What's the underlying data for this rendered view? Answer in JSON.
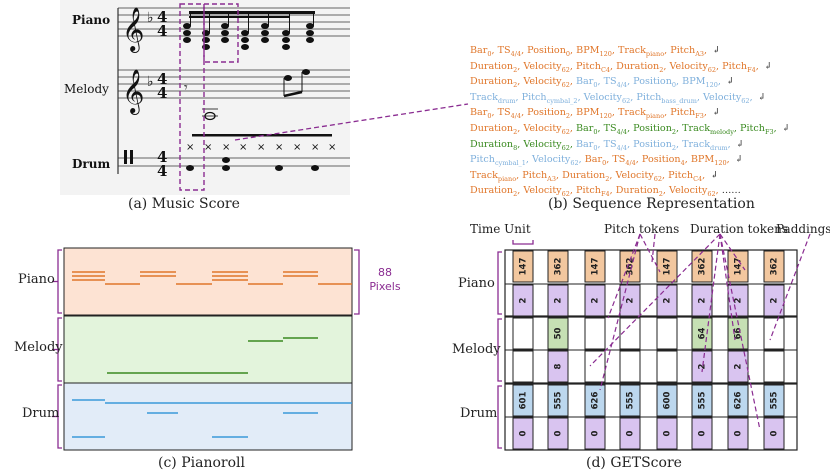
{
  "score": {
    "tracks": [
      "Piano",
      "Melody",
      "Drum"
    ],
    "caption": "(a) Music Score"
  },
  "sequence": {
    "caption": "(b) Sequence Representation",
    "lines": [
      [
        [
          "Bar",
          "0",
          "o"
        ],
        [
          "TS",
          "4/4",
          "o"
        ],
        [
          "Position",
          "0",
          "o"
        ],
        [
          "BPM",
          "120",
          "o"
        ],
        [
          "Track",
          "piano",
          "o"
        ],
        [
          "Pitch",
          "A3",
          "o"
        ]
      ],
      [
        [
          "Duration",
          "2",
          "o"
        ],
        [
          "Velocity",
          "62",
          "o"
        ],
        [
          "Pitch",
          "C4",
          "o"
        ],
        [
          "Duration",
          "2",
          "o"
        ],
        [
          "Velocity",
          "62",
          "o"
        ],
        [
          "Pitch",
          "F4",
          "o"
        ]
      ],
      [
        [
          "Duration",
          "2",
          "o"
        ],
        [
          "Velocity",
          "62",
          "o"
        ],
        [
          "Bar",
          "0",
          "b"
        ],
        [
          "TS",
          "4/4",
          "b"
        ],
        [
          "Position",
          "0",
          "b"
        ],
        [
          "BPM",
          "120",
          "b"
        ]
      ],
      [
        [
          "Track",
          "drum",
          "b"
        ],
        [
          "Pitch",
          "cymbal_2",
          "b"
        ],
        [
          "Velocity",
          "62",
          "b"
        ],
        [
          "Pitch",
          "bass_drum",
          "b"
        ],
        [
          "Velocity",
          "62",
          "b"
        ]
      ],
      [
        [
          "Bar",
          "0",
          "o"
        ],
        [
          "TS",
          "4/4",
          "o"
        ],
        [
          "Position",
          "2",
          "o"
        ],
        [
          "BPM",
          "120",
          "o"
        ],
        [
          "Track",
          "piano",
          "o"
        ],
        [
          "Pitch",
          "F3",
          "o"
        ]
      ],
      [
        [
          "Duration",
          "2",
          "o"
        ],
        [
          "Velocity",
          "62",
          "o"
        ],
        [
          "Bar",
          "0",
          "g"
        ],
        [
          "TS",
          "4/4",
          "g"
        ],
        [
          "Position",
          "2",
          "g"
        ],
        [
          "Track",
          "melody",
          "g"
        ],
        [
          "Pitch",
          "F3",
          "g"
        ]
      ],
      [
        [
          "Duration",
          "8",
          "g"
        ],
        [
          "Velocity",
          "62",
          "g"
        ],
        [
          "Bar",
          "0",
          "b"
        ],
        [
          "TS",
          "4/4",
          "b"
        ],
        [
          "Position",
          "2",
          "b"
        ],
        [
          "Track",
          "drum",
          "b"
        ]
      ],
      [
        [
          "Pitch",
          "cymbal_1",
          "b"
        ],
        [
          "Velocity",
          "62",
          "b"
        ],
        [
          "Bar",
          "0",
          "o"
        ],
        [
          "TS",
          "4/4",
          "o"
        ],
        [
          "Position",
          "4",
          "o"
        ],
        [
          "BPM",
          "120",
          "o"
        ]
      ],
      [
        [
          "Track",
          "piano",
          "o"
        ],
        [
          "Pitch",
          "A3",
          "o"
        ],
        [
          "Duration",
          "2",
          "o"
        ],
        [
          "Velocity",
          "62",
          "o"
        ],
        [
          "Pitch",
          "C4",
          "o"
        ]
      ],
      [
        [
          "Duration",
          "2",
          "o"
        ],
        [
          "Velocity",
          "62",
          "o"
        ],
        [
          "Pitch",
          "F4",
          "o"
        ],
        [
          "Duration",
          "2",
          "o"
        ],
        [
          "Velocity",
          "62",
          "o"
        ]
      ]
    ],
    "ellipsis": "……",
    "return_symbol": "↲"
  },
  "pianoroll": {
    "caption": "(c) Pianoroll",
    "tracks": [
      "Piano",
      "Melody",
      "Drum"
    ],
    "pixels_label_line1": "88",
    "pixels_label_line2": "Pixels"
  },
  "getscore": {
    "caption": "(d) GETScore",
    "tracks": [
      "Piano",
      "Melody",
      "Drum"
    ],
    "annotations": {
      "time_unit": "Time Unit",
      "pitch_tokens": "Pitch tokens",
      "duration_tokens": "Duration tokens",
      "paddings": "Paddings"
    },
    "rows": [
      [
        "147",
        "362",
        "147",
        "362",
        "147",
        "362",
        "147",
        "362"
      ],
      [
        "2",
        "2",
        "2",
        "2",
        "2",
        "2",
        "2",
        "2"
      ],
      [
        "",
        "50",
        "",
        "",
        "",
        "64",
        "66",
        ""
      ],
      [
        "",
        "8",
        "",
        "",
        "",
        "2",
        "2",
        ""
      ],
      [
        "601",
        "555",
        "626",
        "555",
        "600",
        "555",
        "626",
        "555"
      ],
      [
        "0",
        "0",
        "0",
        "0",
        "0",
        "0",
        "0",
        "0"
      ]
    ]
  },
  "colors": {
    "orange": "#e0762a",
    "blue": "#7fb0dc",
    "green": "#3a8a20",
    "purple": "#8a2c91",
    "piano_cell": "#f2c79f",
    "pitch_cell_blue": "#bcd7ee",
    "pitch_cell_green": "#c6e0b4",
    "duration_cell": "#d9c4f0",
    "roll_piano_bg": "#fde3d3",
    "roll_melody_bg": "#e3f4dc",
    "roll_drum_bg": "#e2ecf8"
  }
}
